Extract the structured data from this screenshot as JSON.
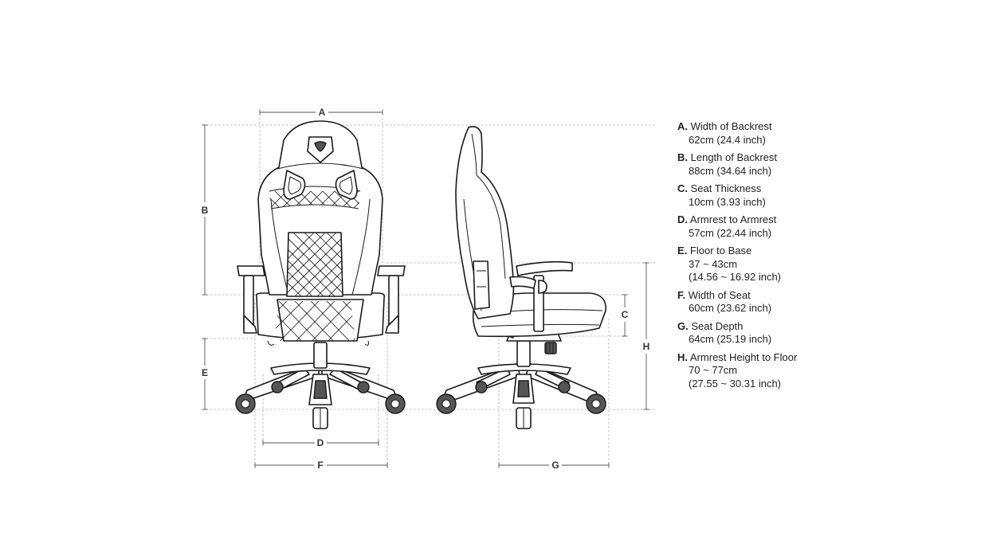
{
  "labels": {
    "a": "A",
    "b": "B",
    "c": "C",
    "d": "D",
    "e": "E",
    "f": "F",
    "g": "G",
    "h": "H"
  },
  "legend": [
    {
      "letter": "A.",
      "title": "Width of Backrest",
      "lines": [
        "62cm (24.4 inch)"
      ]
    },
    {
      "letter": "B.",
      "title": "Length of Backrest",
      "lines": [
        "88cm (34.64 inch)"
      ]
    },
    {
      "letter": "C.",
      "title": "Seat Thickness",
      "lines": [
        "10cm (3.93 inch)"
      ]
    },
    {
      "letter": "D.",
      "title": "Armrest to Armrest",
      "lines": [
        "57cm (22.44 inch)"
      ]
    },
    {
      "letter": "E.",
      "title": "Floor to Base",
      "lines": [
        "37 ~ 43cm",
        "(14.56 ~ 16.92 inch)"
      ]
    },
    {
      "letter": "F.",
      "title": "Width of Seat",
      "lines": [
        "60cm (23.62 inch)"
      ]
    },
    {
      "letter": "G.",
      "title": "Seat Depth",
      "lines": [
        "64cm (25.19 inch)"
      ]
    },
    {
      "letter": "H.",
      "title": "Armrest Height to Floor",
      "lines": [
        "70 ~ 77cm",
        "(27.55 ~ 30.31 inch)"
      ]
    }
  ]
}
